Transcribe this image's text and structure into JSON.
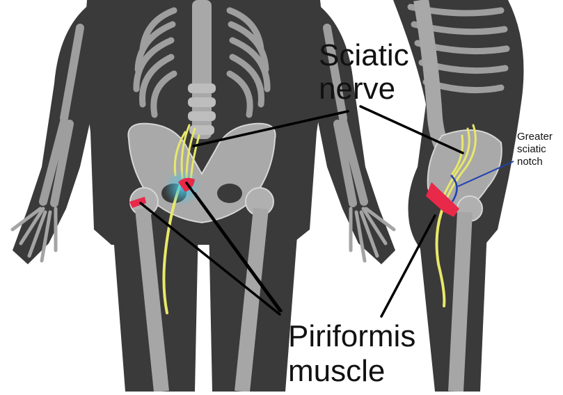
{
  "labels": {
    "sciatic_line1": "Sciatic",
    "sciatic_line2": "nerve",
    "piriformis_line1": "Piriformis",
    "piriformis_line2": "muscle",
    "notch_line1": "Greater",
    "notch_line2": "sciatic",
    "notch_line3": "notch"
  },
  "colors": {
    "body": "#3a3a3a",
    "bone": "#9e9e9e",
    "bone_outline": "#d6d6d6",
    "nerve": "#e8e86a",
    "muscle": "#e8294a",
    "inflammation": "#49c6e5",
    "notch": "#1f3fb0",
    "leader": "#000000"
  }
}
